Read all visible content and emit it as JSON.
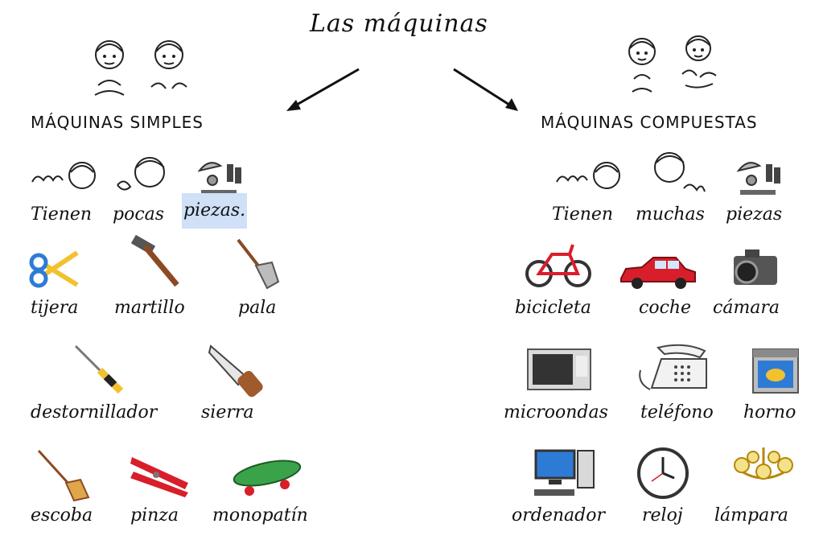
{
  "title": "Las máquinas",
  "categories": {
    "simple": "MÁQUINAS SIMPLES",
    "compound": "MÁQUINAS COMPUESTAS"
  },
  "simple": {
    "phrase": [
      "Tienen",
      "pocas",
      "piezas."
    ],
    "row1": [
      "tijera",
      "martillo",
      "pala"
    ],
    "row2": [
      "destornillador",
      "sierra"
    ],
    "row3": [
      "escoba",
      "pinza",
      "monopatín"
    ]
  },
  "compound": {
    "phrase": [
      "Tienen",
      "muchas",
      "piezas"
    ],
    "row1": [
      "bicicleta",
      "coche",
      "cámara"
    ],
    "row2": [
      "microondas",
      "teléfono",
      "horno"
    ],
    "row3": [
      "ordenador",
      "reloj",
      "lámpara"
    ]
  },
  "icons": {
    "sign_simple": "sign-language-icon",
    "sign_compound": "sign-language-icon",
    "arrow": "arrow-icon",
    "colors": {
      "red": "#d91e2b",
      "blue": "#2e7bd6",
      "green": "#3aa34a",
      "yellow": "#f2c12e"
    }
  }
}
